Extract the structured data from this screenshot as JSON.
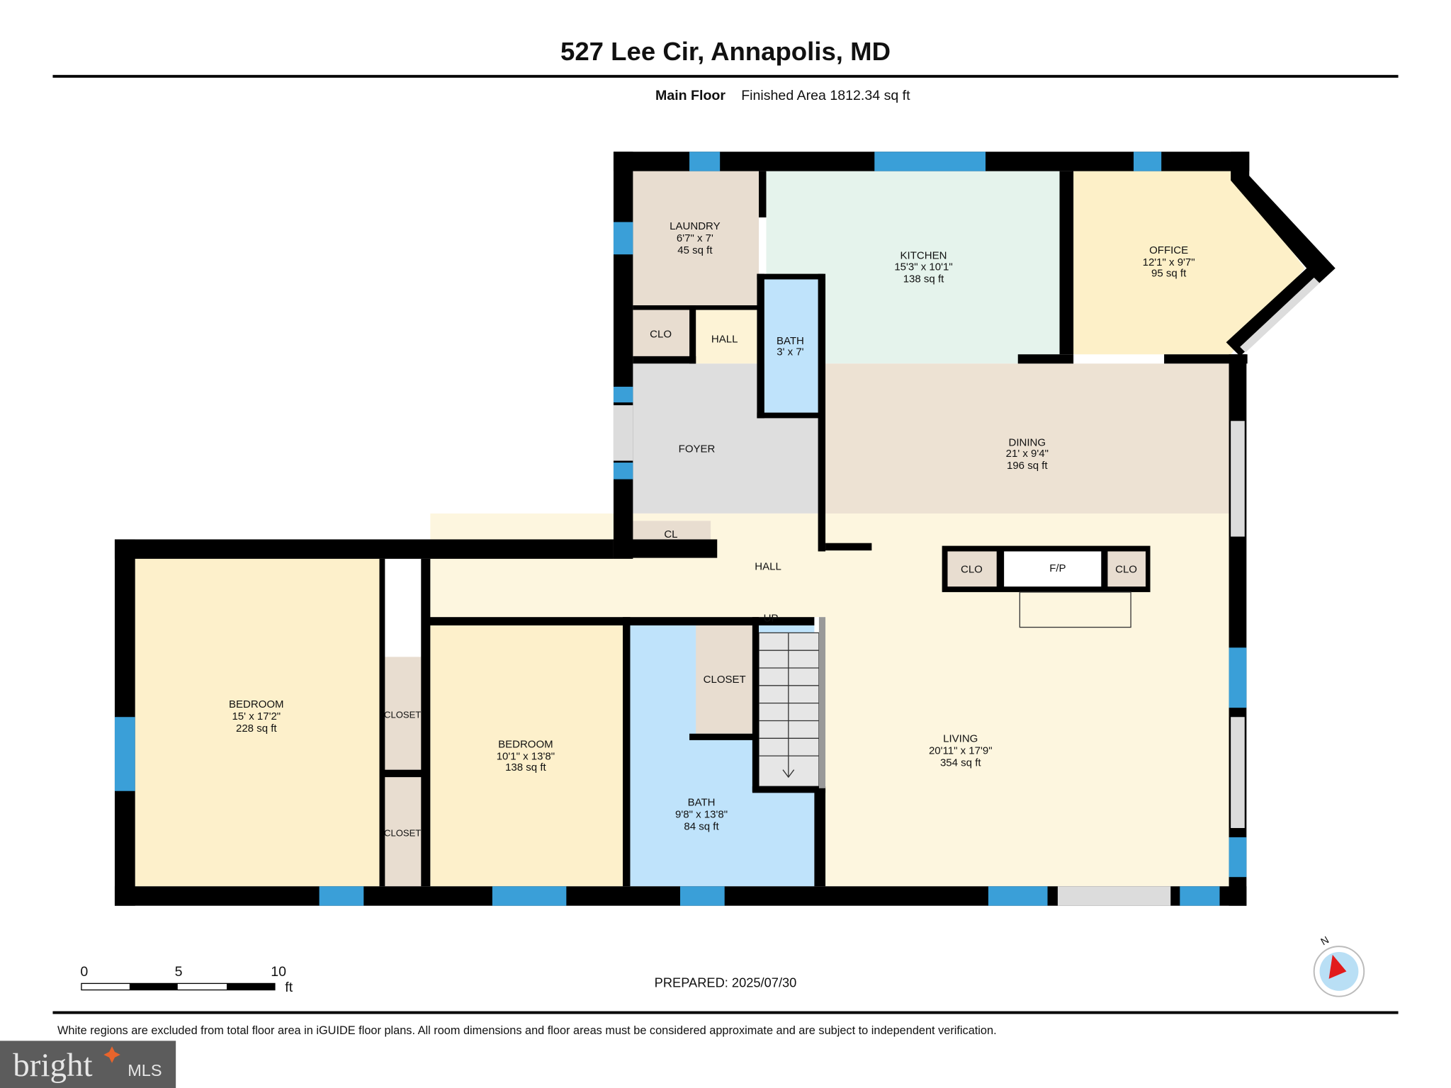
{
  "header": {
    "title": "527 Lee Cir, Annapolis, MD",
    "floor_label": "Main Floor",
    "finished_area": "Finished Area 1812.34 sq ft"
  },
  "rooms": {
    "laundry": {
      "name": "LAUNDRY",
      "dims": "6'7\" x 7'",
      "area": "45 sq ft"
    },
    "kitchen": {
      "name": "KITCHEN",
      "dims": "15'3\" x 10'1\"",
      "area": "138 sq ft"
    },
    "office": {
      "name": "OFFICE",
      "dims": "12'1\" x 9'7\"",
      "area": "95 sq ft"
    },
    "bath_small": {
      "name": "BATH",
      "dims": "3' x 7'"
    },
    "hall_small": {
      "name": "HALL"
    },
    "clo_laundry": {
      "name": "CLO"
    },
    "foyer": {
      "name": "FOYER"
    },
    "cl": {
      "name": "CL"
    },
    "dining": {
      "name": "DINING",
      "dims": "21' x 9'4\"",
      "area": "196 sq ft"
    },
    "hall": {
      "name": "HALL"
    },
    "clo_left": {
      "name": "CLO"
    },
    "fireplace": {
      "name": "F/P"
    },
    "clo_right": {
      "name": "CLO"
    },
    "stairs": {
      "name": "UP"
    },
    "bedroom1": {
      "name": "BEDROOM",
      "dims": "15' x 17'2\"",
      "area": "228 sq ft"
    },
    "closet1": {
      "name": "CLOSET"
    },
    "closet2": {
      "name": "CLOSET"
    },
    "bedroom2": {
      "name": "BEDROOM",
      "dims": "10'1\" x 13'8\"",
      "area": "138 sq ft"
    },
    "closet3": {
      "name": "CLOSET"
    },
    "bath": {
      "name": "BATH",
      "dims": "9'8\" x 13'8\"",
      "area": "84 sq ft"
    },
    "living": {
      "name": "LIVING",
      "dims": "20'11\" x 17'9\"",
      "area": "354 sq ft"
    }
  },
  "colors": {
    "window": "#3a9fd8",
    "bedroom": "#fdf0cb",
    "bath": "#bfe3fb",
    "kitchen": "#e5f3ec",
    "utility": "#e8ddd0",
    "foyer": "#dedede",
    "dining": "#ede2d3",
    "living": "#fdf6df",
    "office": "#fdf0c8"
  },
  "scale_bar": {
    "ticks": [
      "0",
      "5",
      "10"
    ],
    "unit": "ft"
  },
  "compass": {
    "label": "N",
    "icon": "compass-north-icon"
  },
  "prepared": "PREPARED: 2025/07/30",
  "disclaimer": "White regions are excluded from total floor area in iGUIDE floor plans. All room dimensions and floor areas must be considered approximate and are subject to independent verification.",
  "logo": {
    "text": "bright",
    "suffix": "MLS"
  }
}
